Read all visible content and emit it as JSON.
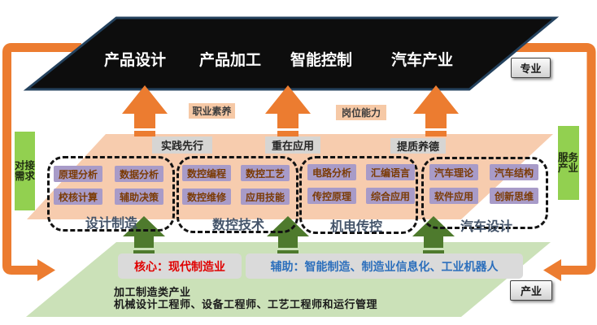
{
  "top_layer": {
    "tag": "专业",
    "items": [
      "产品设计",
      "产品加工",
      "智能控制",
      "汽车产业"
    ]
  },
  "middle_layer": {
    "left_tag": "对接需求",
    "right_tag": "服务产业",
    "quality_labels": [
      "职业素养",
      "岗位能力"
    ],
    "practice_labels": [
      "实践先行",
      "重在应用",
      "提质养德"
    ],
    "groups": [
      {
        "name": "设计制造",
        "skills": [
          "原理分析",
          "数据分析",
          "校核计算",
          "辅助决策"
        ]
      },
      {
        "name": "数控技术",
        "skills": [
          "数控编程",
          "数控工艺",
          "数控维修",
          "应用技能"
        ]
      },
      {
        "name": "机电传控",
        "skills": [
          "电路分析",
          "汇编语言",
          "传控原理",
          "综合应用"
        ]
      },
      {
        "name": "汽车设计",
        "skills": [
          "汽车理论",
          "汽车结构",
          "软件应用",
          "创新思维"
        ]
      }
    ]
  },
  "bottom_layer": {
    "tag": "产业",
    "core_label": "核心：现代制造业",
    "aux_label": "辅助：智能制造、制造业信息化、工业机器人",
    "industry_line1": "加工制造类产业",
    "industry_line2": "机械设计工程师、设备工程师、工艺工程师和运行管理"
  },
  "colors": {
    "black_layer": "#0d0d0d",
    "layer_border": "#24425e",
    "peach_layer": "#f7ccae",
    "green_layer": "#cbe1b8",
    "orange_accent": "#ec7c30",
    "dark_green_arrow": "#4e7a2d",
    "side_green": "#92d050",
    "chip_purple": "#a89bc8",
    "core_red": "#e00000",
    "aux_blue": "#2c6fbc",
    "group_label": "#44546a"
  }
}
